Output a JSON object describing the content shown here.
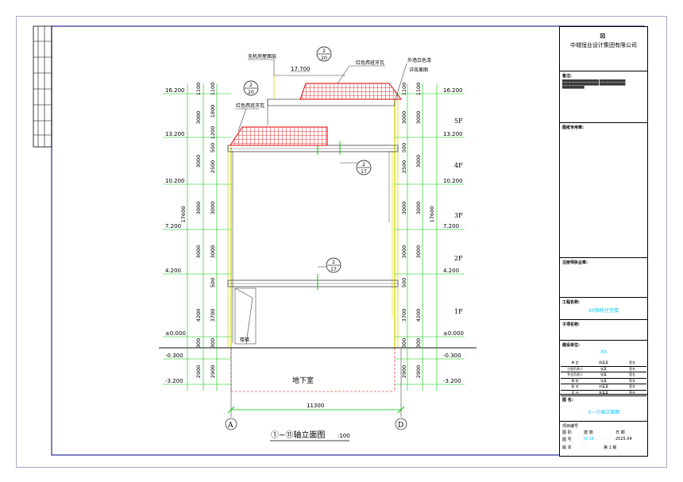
{
  "drawing": {
    "title": "①~⑪轴立面图",
    "scale": ":100",
    "overall_width_dim": "11300",
    "axis_left": "A",
    "axis_right": "D",
    "basement_label": "地下室",
    "stair_label": "楼梯",
    "notes": {
      "roof_machine": "无机房屋面层",
      "red_tile_top": "红色西班牙瓦",
      "red_tile_mid": "红色西班牙瓦",
      "wall_paint_1": "外墙白色漆",
      "wall_paint_2": "详效果图"
    },
    "detail_refs": [
      {
        "top": "2",
        "bottom": "20"
      },
      {
        "top": "2",
        "bottom": "20"
      },
      {
        "top": "2",
        "bottom": "17"
      },
      {
        "top": "2",
        "bottom": "17"
      }
    ],
    "roof_elev": "17.700",
    "left_levels": [
      "16.200",
      "13.200",
      "10.200",
      "7.200",
      "4.200",
      "±0.000",
      "-0.300",
      "-3.200"
    ],
    "right_levels": [
      "16.200",
      "13.200",
      "10.200",
      "7.200",
      "4.200",
      "±0.000",
      "-0.300",
      "-3.200"
    ],
    "floors": [
      "5F",
      "4F",
      "3F",
      "2F",
      "1F"
    ],
    "left_dims_inner": [
      "1100",
      "1800",
      "1200",
      "500",
      "2500",
      "3000",
      "3000",
      "500",
      "3700",
      "300",
      "2900"
    ],
    "left_dims_mid": [
      "1100",
      "3000",
      "3000",
      "3000",
      "3000",
      "4200",
      "300",
      "2900"
    ],
    "left_dims_outer": [
      "17600"
    ],
    "right_dims_inner": [
      "1100",
      "3000",
      "500",
      "2500",
      "3000",
      "3000",
      "500",
      "3700",
      "300",
      "2900"
    ],
    "right_dims_mid": [
      "1100",
      "3000",
      "3000",
      "3000",
      "3000",
      "4200",
      "300",
      "2900"
    ],
    "right_dims_outer": [
      "17600"
    ]
  },
  "title_block": {
    "company": "中城恒业设计集团有限公司",
    "notes_label": "备注:",
    "seal_label": "图纸专用章:",
    "reg_label": "注册师执业章:",
    "project_label": "工程名称:",
    "project_value": "XX独栋住宅楼",
    "sub_label": "子项名称:",
    "unit_label": "建设单位:",
    "unit_value": "XX",
    "sign_rows": [
      [
        "审 定",
        "周某某",
        "签名"
      ],
      [
        "工程负责人",
        "张某",
        "签名"
      ],
      [
        "专业负责人",
        "张某",
        "签名"
      ],
      [
        "审 核",
        "张某",
        "签名"
      ],
      [
        "校 对",
        "刘某某",
        "签名"
      ],
      [
        "设 计",
        "李某某",
        "签名"
      ]
    ],
    "drawing_name_label": "图 名:",
    "drawing_name_value": "①~⑪轴立面图",
    "footer": {
      "proj_no_label": "项目编号",
      "cat_label": "图 别",
      "cat_value": "建 施",
      "date_label": "日 期",
      "num_label": "图 号",
      "num_value": "JS-16",
      "date_value": "2025.04",
      "ver_label": "版 本",
      "page_value": "第 1 版"
    }
  },
  "colors": {
    "dim_green": "#00c800",
    "wall_yellow": "#d8d800",
    "tile_red": "#e00000",
    "axis_dark": "#404040",
    "border_blue": "#2a2a9a",
    "text_cyan": "#00c8ff"
  }
}
